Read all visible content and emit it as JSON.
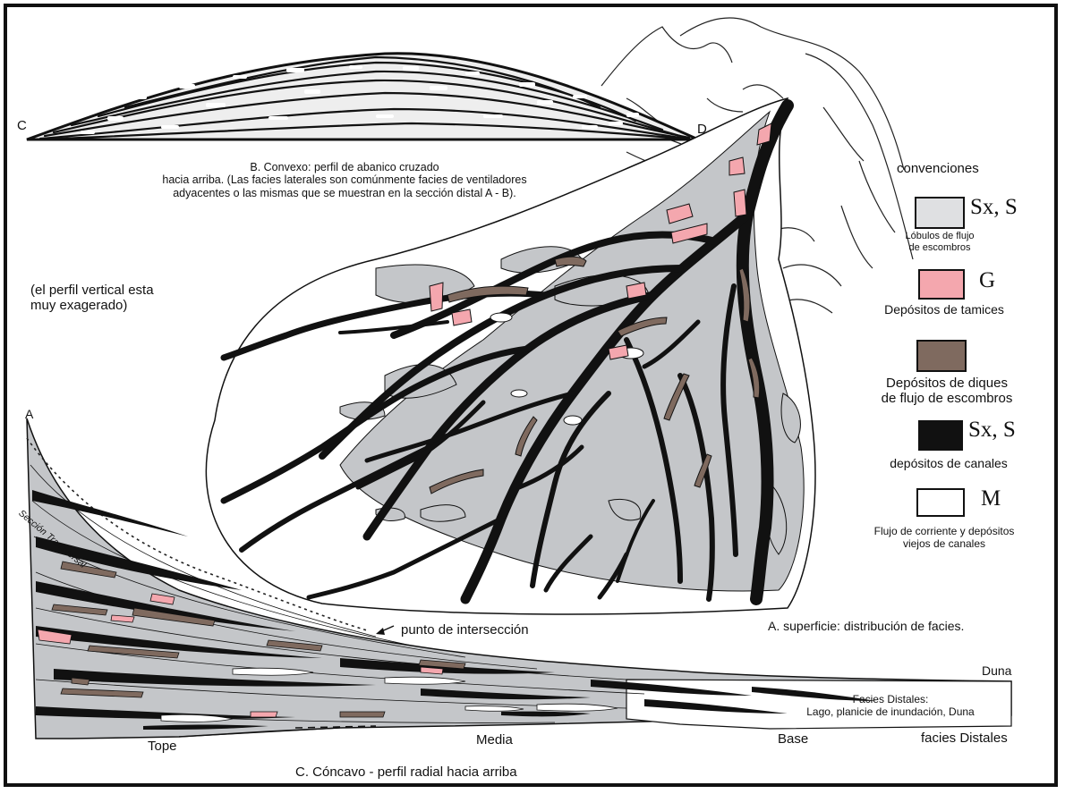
{
  "colors": {
    "lobe_gray": "#c4c6c9",
    "sieve_pink": "#f4a7ae",
    "levee_brown": "#7f6a5f",
    "channel_black": "#111111",
    "old_white": "#ffffff"
  },
  "section_b": {
    "left_letter": "C",
    "right_letter": "D",
    "caption_line1": "B. Convexo: perfil de abanico cruzado",
    "caption_line2": "hacia arriba. (Las facies laterales son comúnmente facies de ventiladores",
    "caption_line3": "adyacentes o las mismas que se muestran en la sección distal A - B)."
  },
  "vertical_note": {
    "line1": "(el perfil vertical esta",
    "line2": "muy exagerado)"
  },
  "legend": {
    "title": "convenciones",
    "items": [
      {
        "code": "Sx, S",
        "label_line1": "Lóbulos de flujo",
        "label_line2": "de escombros",
        "color": "#dfe0e2"
      },
      {
        "code": "G",
        "label_line1": "Depósitos de tamices",
        "label_line2": "",
        "color": "#f4a7ae"
      },
      {
        "code": "",
        "label_line1": "Depósitos de diques",
        "label_line2": "de flujo de escombros",
        "color": "#7f6a5f"
      },
      {
        "code": "Sx, S",
        "label_line1": "depósitos de canales",
        "label_line2": "",
        "color": "#111111"
      },
      {
        "code": "M",
        "label_line1": "Flujo de corriente y depósitos",
        "label_line2": "viejos de canales",
        "color": "#ffffff"
      }
    ]
  },
  "section_a": {
    "caption": "A. superficie: distribución de facies.",
    "letter_a": "A",
    "transverse": "Sección Transversal",
    "intersection": "punto de intersección",
    "dune": "Duna",
    "distal_line1": "Facies Distales:",
    "distal_line2": "Lago, planicie de inundación, Duna"
  },
  "section_c": {
    "top": "Tope",
    "middle": "Media",
    "base": "Base",
    "distal": "facies Distales",
    "caption": "C. Cóncavo - perfil radial hacia arriba"
  }
}
